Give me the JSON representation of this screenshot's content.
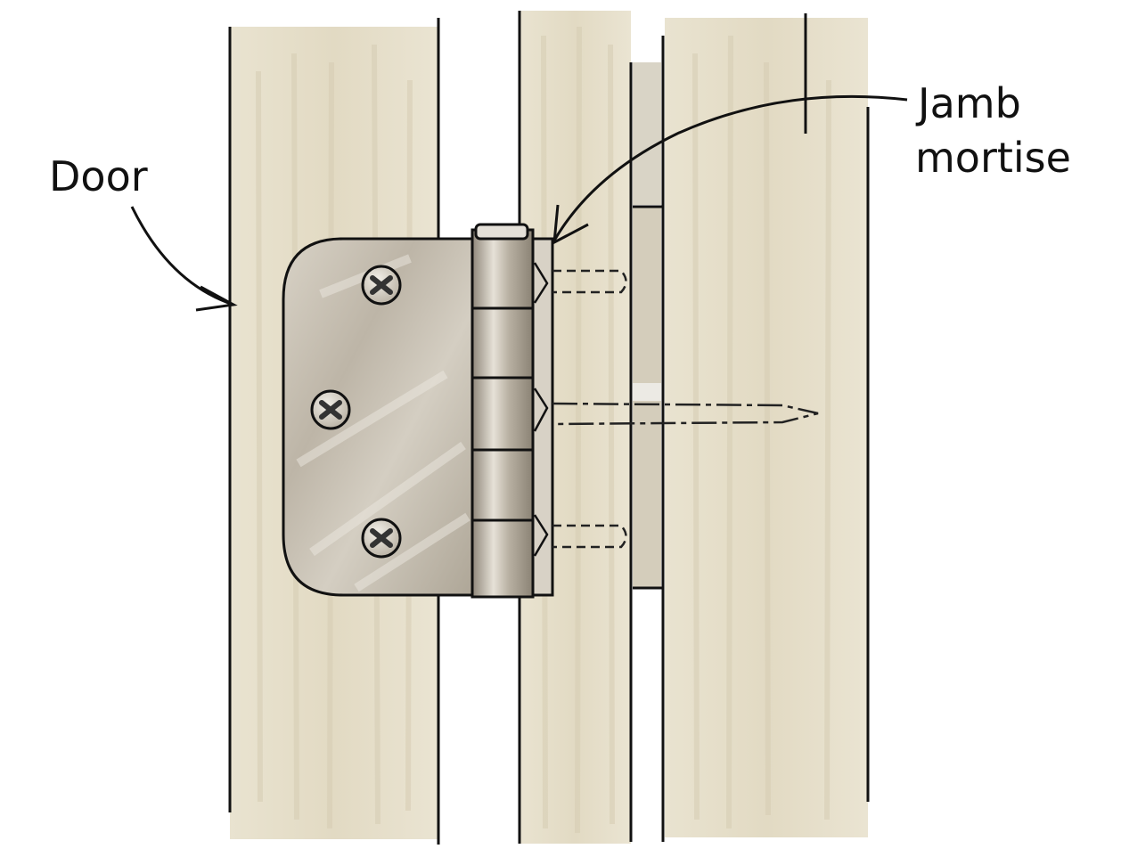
{
  "diagram": {
    "labels": {
      "door": "Door",
      "jamb_mortise_line1": "Jamb",
      "jamb_mortise_line2": "mortise"
    }
  },
  "colors": {
    "wood": "#e6dfcb",
    "wood_grain": "#d3c8ad",
    "outline": "#111111",
    "hinge_leaf": "#c7c0b3",
    "hinge_barrel": "#b3ab9d",
    "hinge_highlight": "#e7e2d8",
    "gap": "#ffffff",
    "stop": "#d9d4c6"
  }
}
